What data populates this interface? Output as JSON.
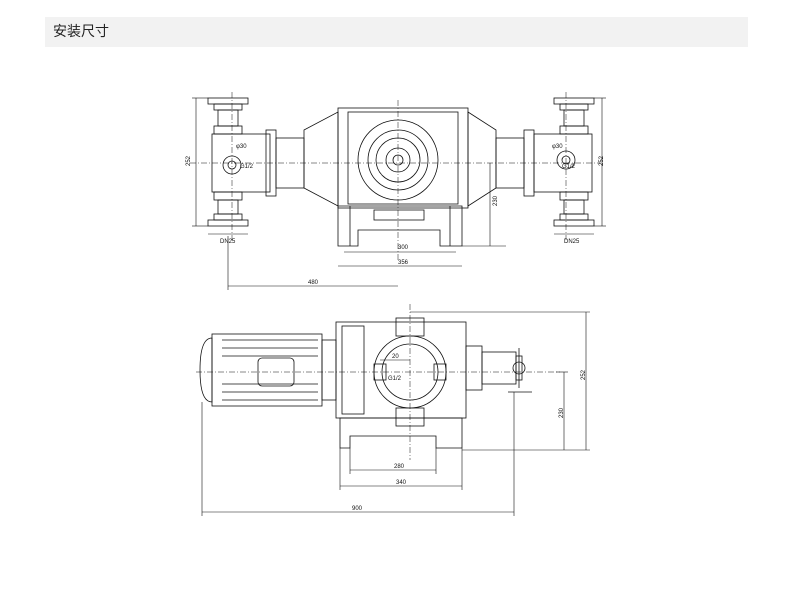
{
  "section": {
    "title": "安装尺寸"
  },
  "top_view": {
    "dims": {
      "height_left": "252",
      "height_right": "252",
      "dn_left": "DN25",
      "dn_right": "DN25",
      "inner_width": "300",
      "outer_width": "356",
      "span": "480",
      "shaft_height": "230",
      "port_left": "G1/2",
      "port_right": "G1/2",
      "phi_left": "φ30",
      "phi_right": "φ30"
    }
  },
  "side_view": {
    "dims": {
      "radius": "20",
      "port": "G1/2",
      "height": "252",
      "shaft_height": "230",
      "base_inner": "280",
      "base_outer": "340",
      "total_length": "900"
    }
  },
  "colors": {
    "line": "#111111",
    "header_bg": "#f2f2f2"
  }
}
